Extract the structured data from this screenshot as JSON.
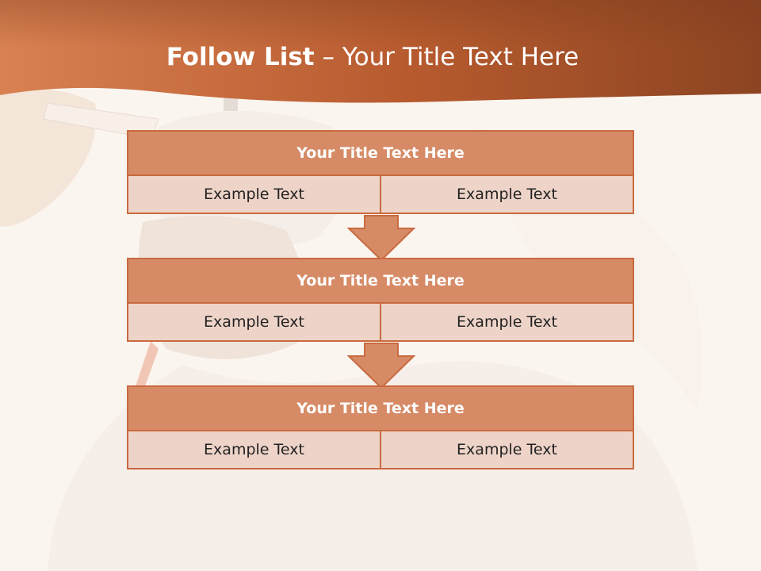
{
  "title": {
    "bold": "Follow List",
    "rest": " – Your Title Text Here"
  },
  "steps": [
    {
      "heading": "Your Title Text Here",
      "left": "Example Text",
      "right": "Example Text"
    },
    {
      "heading": "Your Title Text Here",
      "left": "Example Text",
      "right": "Example Text"
    },
    {
      "heading": "Your Title Text Here",
      "left": "Example Text",
      "right": "Example Text"
    }
  ],
  "colors": {
    "banner_dark": "#8c4422",
    "banner_light": "#d98152",
    "header_fill": "#d68b66",
    "cell_fill": "#eed4c8",
    "border": "#c96a3f"
  }
}
